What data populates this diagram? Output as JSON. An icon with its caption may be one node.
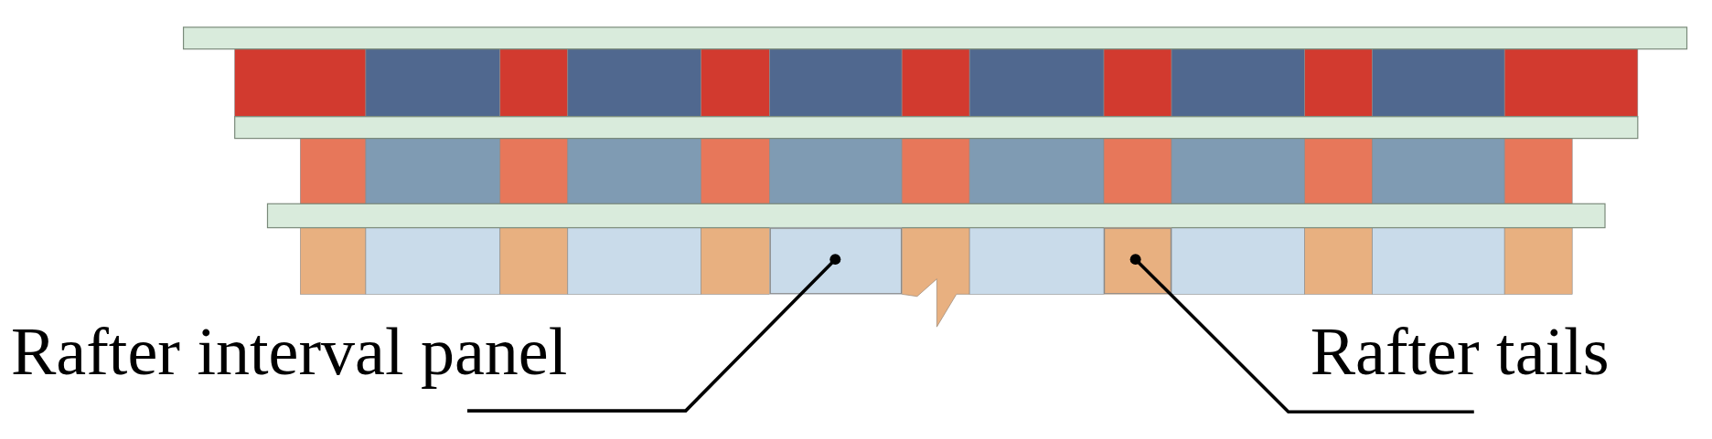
{
  "diagram": {
    "nodes": [
      {
        "text": [
          "Rafter interval panel"
        ]
      },
      {
        "text": [],
        "shape": "box"
      },
      {
        "text": [
          "Rafter tails"
        ]
      },
      {
        "text": [],
        "shape": "box"
      }
    ],
    "edges": [
      {
        "from": 0,
        "to": 1,
        "arrow": "other"
      },
      {
        "from": 2,
        "to": 3,
        "arrow": "other"
      }
    ]
  }
}
